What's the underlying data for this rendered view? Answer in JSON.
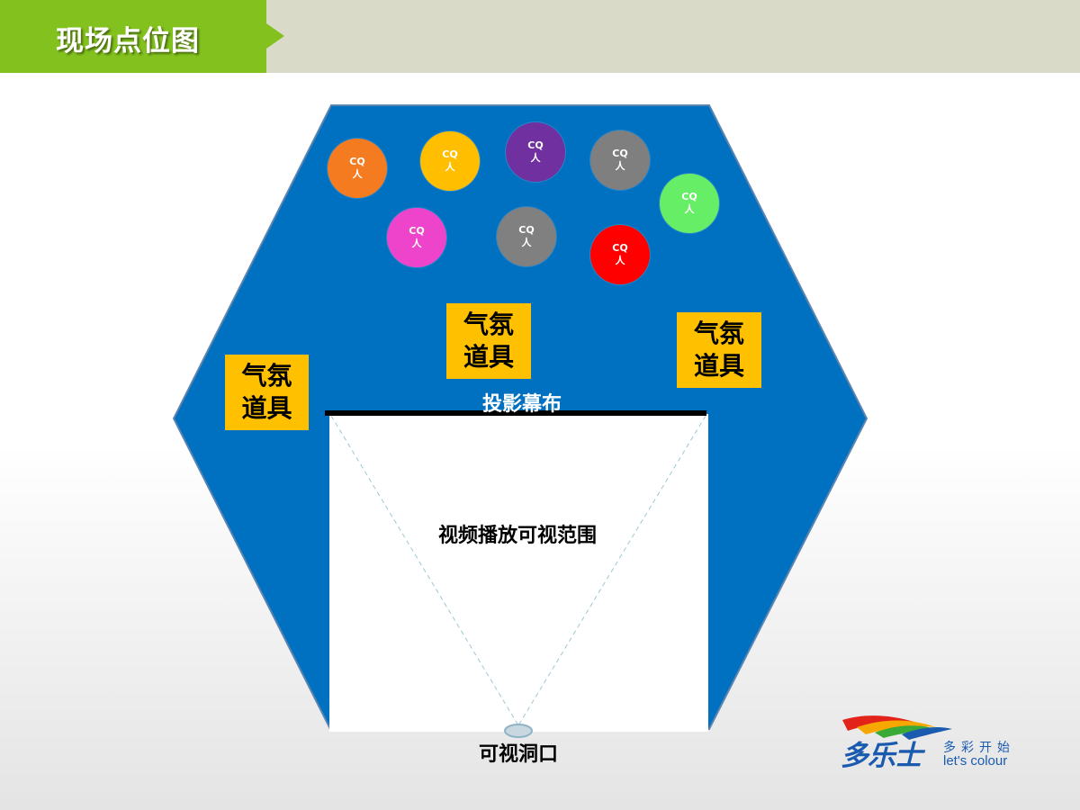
{
  "header": {
    "title": "现场点位图"
  },
  "diagram": {
    "screen_label": "投影幕布",
    "view_area_label": "视频播放可视范围",
    "peephole_label": "可视洞口",
    "props": [
      {
        "line1": "气氛",
        "line2": "道具"
      },
      {
        "line1": "气氛",
        "line2": "道具"
      },
      {
        "line1": "气氛",
        "line2": "道具"
      }
    ],
    "people": [
      {
        "line1": "CQ",
        "line2": "人",
        "color": "#f47b20"
      },
      {
        "line1": "CQ",
        "line2": "人",
        "color": "#ffbf00"
      },
      {
        "line1": "CQ",
        "line2": "人",
        "color": "#7030a0"
      },
      {
        "line1": "CQ",
        "line2": "人",
        "color": "#7f7f7f"
      },
      {
        "line1": "CQ",
        "line2": "人",
        "color": "#66ee66"
      },
      {
        "line1": "CQ",
        "line2": "人",
        "color": "#ee44cc"
      },
      {
        "line1": "CQ",
        "line2": "人",
        "color": "#808080"
      },
      {
        "line1": "CQ",
        "line2": "人",
        "color": "#ff0000"
      }
    ],
    "colors": {
      "floor": "#0070c0",
      "accent": "#82c11e",
      "prop": "#ffc000"
    }
  },
  "logo": {
    "brand": "多乐士",
    "slogan_cn": "多彩开始",
    "slogan_en": "let's colour"
  }
}
